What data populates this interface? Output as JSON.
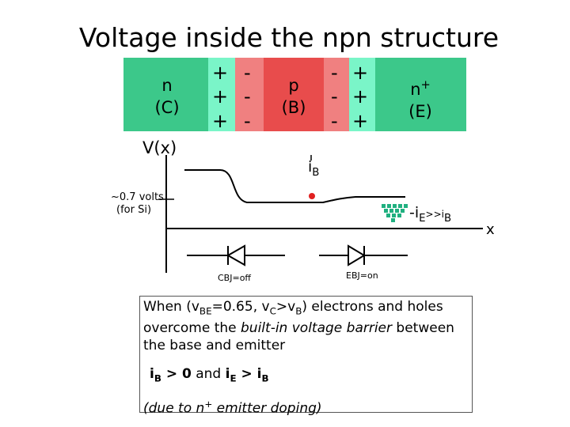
{
  "title": "Voltage inside the npn structure",
  "regions": {
    "collector": {
      "name": "n",
      "terminal": "(C)",
      "color": "#3cc88a"
    },
    "base": {
      "name": "p",
      "terminal": "(B)",
      "color": "#e84c4c"
    },
    "emitter": {
      "name": "n",
      "sup": "+",
      "terminal": "(E)",
      "color": "#3cc88a"
    }
  },
  "depletion_colors": {
    "n_side": "#7af5c8",
    "p_side": "#f08080"
  },
  "signs": {
    "plus": "+",
    "minus": "-"
  },
  "axis": {
    "ylabel": "V(x)",
    "xlabel": "x"
  },
  "voltage_annotation": {
    "value": "~0.7 volts",
    "material": "(for Si)"
  },
  "currents": {
    "base": {
      "main": "i",
      "sub": "B"
    },
    "emitter": {
      "pre": "-i",
      "sub": "E",
      "mid": ">>i",
      "sub2": "B"
    }
  },
  "diodes": {
    "cbj": "CBJ=off",
    "ebj": "EBJ=on"
  },
  "explanation": {
    "line1_a": "When (v",
    "line1_sub1": "BE",
    "line1_b": "=0.65, v",
    "line1_sub2": "C",
    "line1_c": ">v",
    "line1_sub3": "B",
    "line1_d": ") electrons and holes",
    "line2_a": "overcome the ",
    "line2_em": "built-in voltage barrier",
    "line2_b": " between",
    "line3": "the base and emitter",
    "line4_i1": "i",
    "line4_sub1": "B",
    "line4_gt0": " > 0",
    "line4_and": " and ",
    "line4_i2": "i",
    "line4_sub2": "E",
    "line4_gt": " > ",
    "line4_i3": "i",
    "line4_sub3": "B",
    "line5_a": "(due to n",
    "line5_sup": "+",
    "line5_b": " emitter doping)"
  }
}
